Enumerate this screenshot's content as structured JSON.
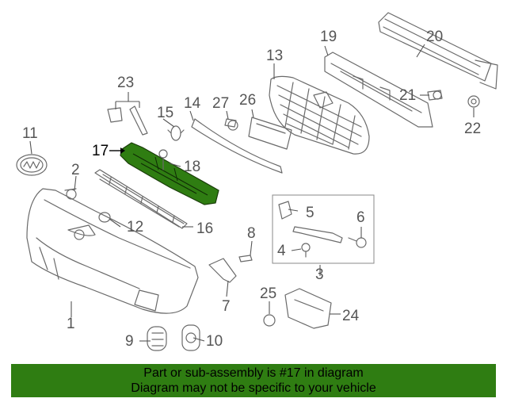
{
  "diagram": {
    "highlight_color": "#2f7d12",
    "highlighted_part": "17",
    "callouts": [
      "1",
      "2",
      "3",
      "4",
      "5",
      "6",
      "7",
      "8",
      "9",
      "10",
      "11",
      "12",
      "13",
      "14",
      "15",
      "16",
      "17",
      "18",
      "19",
      "20",
      "21",
      "22",
      "23",
      "24",
      "25",
      "26",
      "27"
    ]
  },
  "footer": {
    "line1": "Part or sub-assembly is #17 in diagram",
    "line2": "Diagram may not be specific to your vehicle",
    "background": "#2f7d12"
  }
}
